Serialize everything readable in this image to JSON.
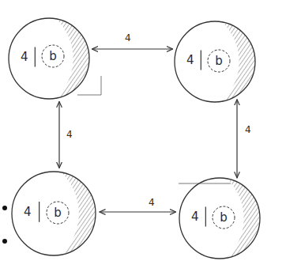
{
  "diagram": {
    "nodes": [
      {
        "text": [
          "4"
        ]
      },
      {
        "text": [
          "b"
        ],
        "in": 0
      },
      {
        "text": [
          "4"
        ]
      },
      {
        "text": [
          "b"
        ],
        "in": 2
      },
      {
        "text": [
          "4"
        ]
      },
      {
        "text": [
          "b"
        ],
        "in": 4
      },
      {
        "text": [
          "4"
        ]
      },
      {
        "text": [
          "b"
        ],
        "in": 6
      }
    ],
    "edges": [
      {
        "from": 0,
        "to": 2,
        "arrow": "both",
        "label": "4"
      },
      {
        "from": 0,
        "to": 4,
        "arrow": "both",
        "label": "4"
      },
      {
        "from": 2,
        "to": 6,
        "arrow": "both",
        "label": "4"
      },
      {
        "from": 4,
        "to": 6,
        "arrow": "both",
        "label": "4"
      }
    ]
  }
}
